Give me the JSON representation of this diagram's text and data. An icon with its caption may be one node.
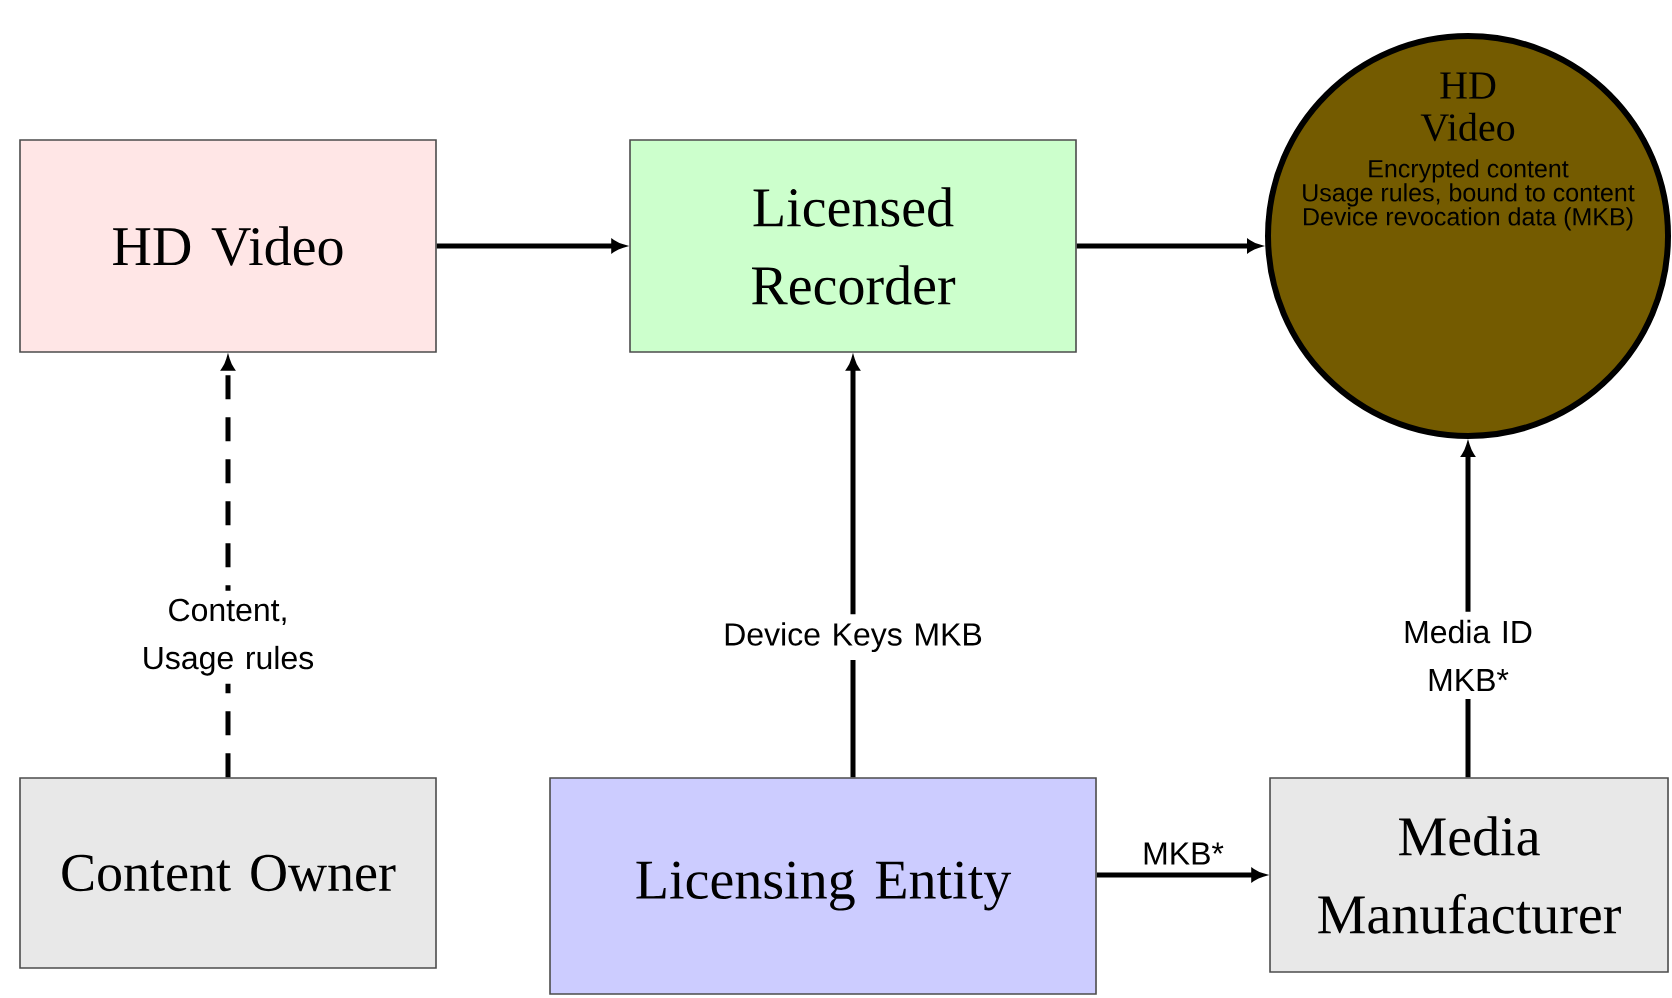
{
  "diagram": {
    "nodes": [
      {
        "text": [
          "HD Video"
        ]
      },
      {
        "text": [
          "Licensed Recorder"
        ]
      },
      {
        "text": [
          "HD Video",
          "Encrypted content",
          "Usage rules, bound to content",
          "Device revocation data (MKB)"
        ]
      },
      {
        "text": [
          "Content Owner"
        ]
      },
      {
        "text": [
          "Licensing Entity"
        ]
      },
      {
        "text": [
          "Media Manufacturer"
        ]
      }
    ],
    "edges": [
      {
        "from": 0,
        "to": 1,
        "arrow": "to"
      },
      {
        "from": 1,
        "to": 2,
        "arrow": "to"
      },
      {
        "from": 3,
        "to": 0,
        "arrow": "to",
        "style": "dashed",
        "label": "Content, Usage rules"
      },
      {
        "from": 4,
        "to": 1,
        "arrow": "to",
        "label": "Device Keys MKB"
      },
      {
        "from": 5,
        "to": 2,
        "arrow": "to",
        "label": "Media ID MKB*"
      },
      {
        "from": 4,
        "to": 5,
        "arrow": "to",
        "label": "MKB*"
      }
    ]
  }
}
